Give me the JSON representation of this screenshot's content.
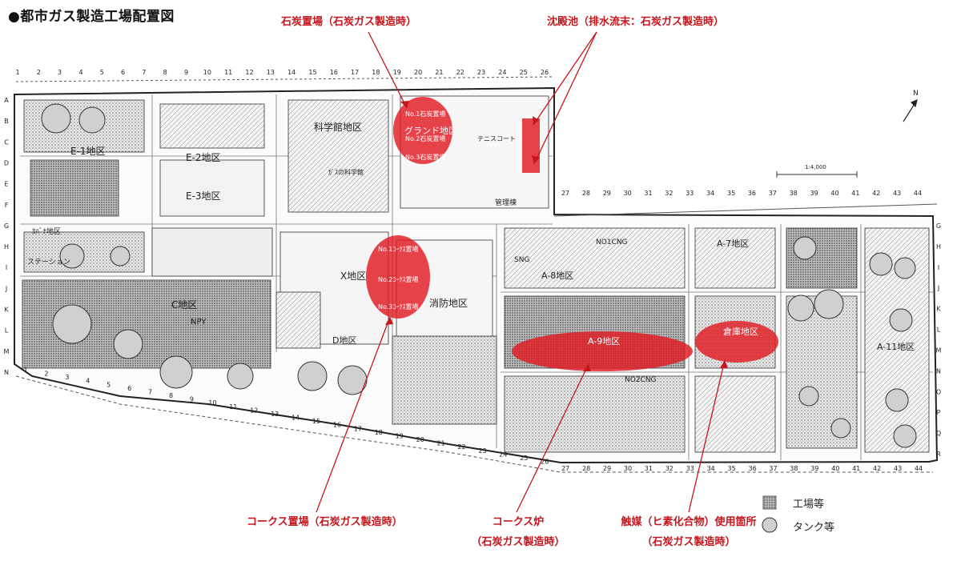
{
  "title": "●都市ガス製造工場配置図",
  "callouts": {
    "coal_yard": "石炭置場（石炭ガス製造時）",
    "settling_pond": "沈殿池（排水流末：石炭ガス製造時）",
    "coke_yard": "コークス置場（石炭ガス製造時）",
    "coke_oven_line1": "コークス炉",
    "coke_oven_line2": "（石炭ガス製造時）",
    "catalyst_line1": "触媒（ヒ素化合物）使用箇所",
    "catalyst_line2": "（石炭ガス製造時）"
  },
  "legend": {
    "factory": "工場等",
    "tank": "タンク等"
  },
  "areas": {
    "e1": "E-1地区",
    "e2": "E-2地区",
    "e3": "E-3地区",
    "science": "科学館地区",
    "ground": "グランド地区",
    "x": "X地区",
    "c": "C地区",
    "fire": "消防地区",
    "d": "D地区",
    "a8": "A-8地区",
    "a9": "A-9地区",
    "a7": "A-7地区",
    "warehouse": "倉庫地区",
    "a11": "A-11地区",
    "npy": "NPY",
    "kanagawa": "ｶﾊﾞﾅ地区",
    "kanagawa_station": "ステーション"
  },
  "small_labels": {
    "coal1": "No.1石炭置場",
    "coal2": "No.2石炭置場",
    "coal3": "No.3石炭置場",
    "coke1": "No.1ｺｰｸｽ置場",
    "coke2": "No.2ｺｰｸｽ置場",
    "coke3": "No.3ｺｰｸｽ置場",
    "tennis": "テニスコート",
    "science_bldg": "ｶﾞｽの科学館",
    "admin": "管理棟",
    "scale": "1:4,000",
    "north": "N",
    "no1cng": "NO1CNG",
    "no2cng": "NO2CNG",
    "snp": "SNG"
  },
  "top_grid": [
    "1",
    "2",
    "3",
    "4",
    "5",
    "6",
    "7",
    "8",
    "9",
    "10",
    "11",
    "12",
    "13",
    "14",
    "15",
    "16",
    "17",
    "18",
    "19",
    "20",
    "21",
    "22",
    "23",
    "24",
    "25",
    "26"
  ],
  "mid_grid": [
    "27",
    "28",
    "29",
    "30",
    "31",
    "32",
    "33",
    "34",
    "35",
    "36",
    "37",
    "38",
    "39",
    "40",
    "41",
    "42",
    "43",
    "44"
  ],
  "bottom_grid": [
    "1",
    "2",
    "3",
    "4",
    "5",
    "6",
    "7",
    "8",
    "9",
    "10",
    "11",
    "12",
    "13",
    "14",
    "15",
    "16",
    "17",
    "18",
    "19",
    "20",
    "21",
    "22",
    "23",
    "24",
    "25",
    "26",
    "27",
    "28",
    "29",
    "30",
    "31",
    "32",
    "33",
    "34",
    "35",
    "36",
    "37",
    "38",
    "39",
    "40",
    "41",
    "42",
    "43",
    "44"
  ],
  "left_grid": [
    "A",
    "B",
    "C",
    "D",
    "E",
    "F",
    "G",
    "H",
    "I",
    "J",
    "K",
    "L",
    "M",
    "N"
  ],
  "right_grid": [
    "G",
    "H",
    "I",
    "J",
    "K",
    "L",
    "M",
    "N",
    "O",
    "P",
    "Q",
    "R"
  ]
}
